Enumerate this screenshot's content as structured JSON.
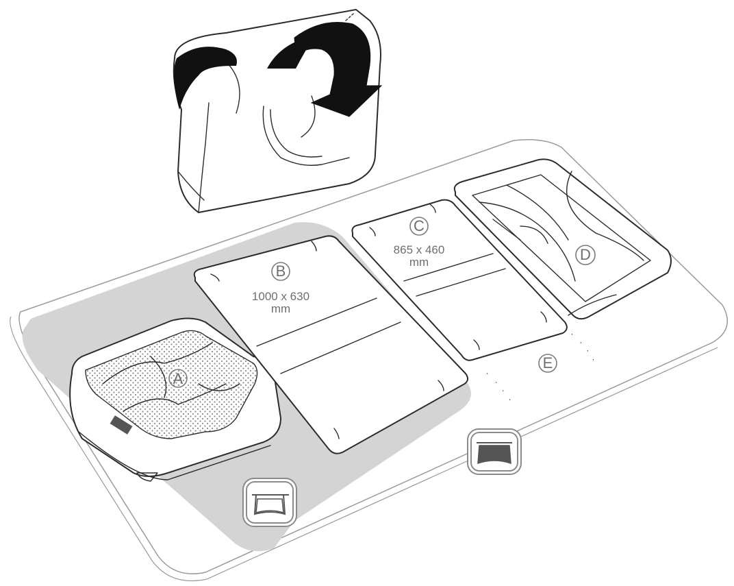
{
  "parts": {
    "a": {
      "letter": "A"
    },
    "b": {
      "letter": "B",
      "dim_line1": "1000 x 630",
      "dim_line2": "mm"
    },
    "c": {
      "letter": "C",
      "dim_line1": "865 x 460",
      "dim_line2": "mm"
    },
    "d": {
      "letter": "D"
    },
    "e": {
      "letter": "E"
    }
  },
  "icons": {
    "left": "bassinet-mode-icon",
    "right": "travel-cot-mode-icon"
  },
  "colors": {
    "outline": "#2b2b2b",
    "highlight_zone": "#d4d4d4",
    "label_grey": "#6e6e6e",
    "bag_interior": "#111111"
  }
}
